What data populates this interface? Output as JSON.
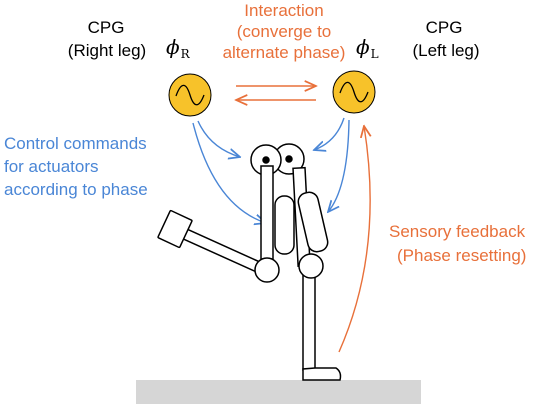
{
  "labels": {
    "cpg_right_title": "CPG",
    "cpg_right_sub": "(Right leg)",
    "cpg_left_title": "CPG",
    "cpg_left_sub": "(Left leg)",
    "interaction_line1": "Interaction",
    "interaction_line2": "(converge to",
    "interaction_line3": "alternate phase)",
    "control_line1": "Control commands",
    "control_line2": "for actuators",
    "control_line3": "according to phase",
    "sensory_line1": "Sensory feedback",
    "sensory_line2": "(Phase resetting)",
    "phi_symbol": "ϕ",
    "phi_right_sub": "R",
    "phi_left_sub": "L"
  },
  "colors": {
    "orange": "#e8703a",
    "blue": "#4a86d6",
    "oscillator_fill": "#f7c22a",
    "ground": "#d6d6d6",
    "black": "#000000"
  }
}
